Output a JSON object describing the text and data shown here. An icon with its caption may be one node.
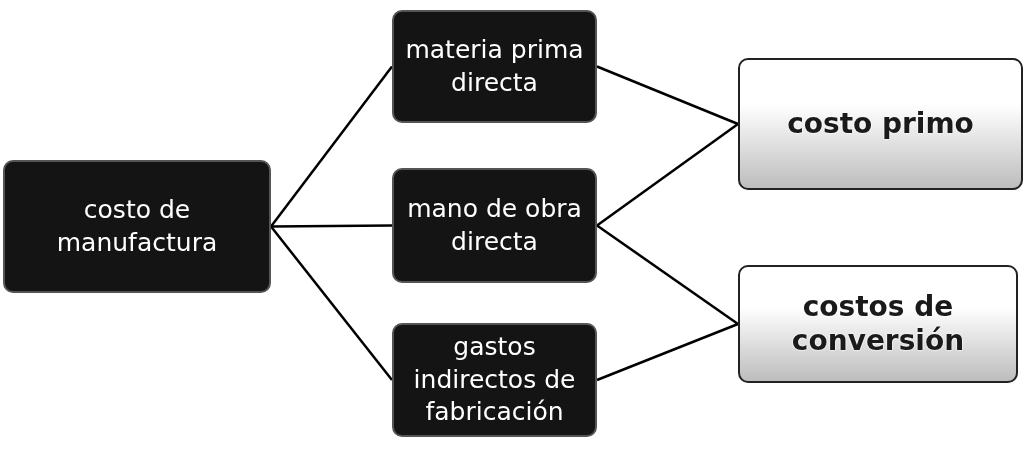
{
  "diagram": {
    "nodes": [
      {
        "text": [
          "costo de manufactura"
        ]
      },
      {
        "text": [
          "materia prima directa"
        ]
      },
      {
        "text": [
          "mano de obra directa"
        ]
      },
      {
        "text": [
          "gastos indirectos de fabricación"
        ]
      },
      {
        "text": [
          "costo primo"
        ]
      },
      {
        "text": [
          "costos de conversión"
        ]
      }
    ],
    "edges": [
      {
        "from": 0,
        "to": 1,
        "arrow": "none"
      },
      {
        "from": 0,
        "to": 2,
        "arrow": "none"
      },
      {
        "from": 0,
        "to": 3,
        "arrow": "none"
      },
      {
        "from": 1,
        "to": 4,
        "arrow": "none"
      },
      {
        "from": 2,
        "to": 4,
        "arrow": "none"
      },
      {
        "from": 2,
        "to": 5,
        "arrow": "none"
      },
      {
        "from": 3,
        "to": 5,
        "arrow": "none"
      }
    ]
  }
}
